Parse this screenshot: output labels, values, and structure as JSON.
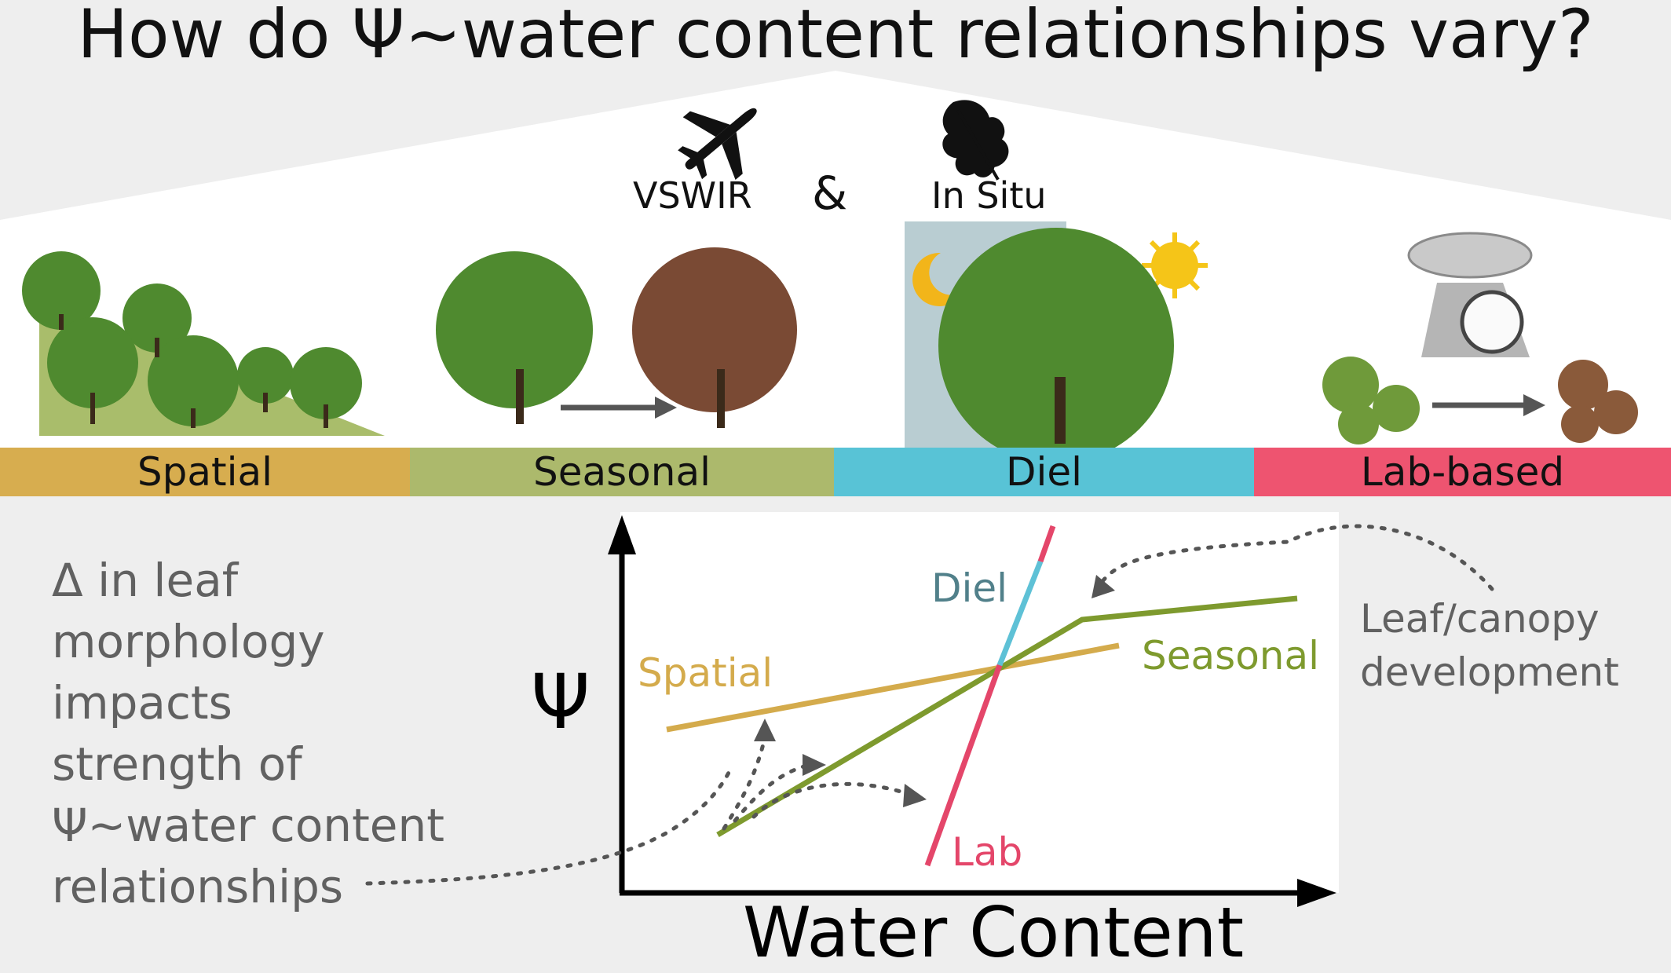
{
  "title": "How do Ψ~water content relationships vary?",
  "sources": {
    "remote_label": "VSWIR",
    "connector": "&",
    "field_label": "In Situ",
    "remote_icon": "airplane-icon",
    "field_icon": "leaf-icon"
  },
  "scales": [
    {
      "label": "Spatial",
      "color": "#d7ad4f"
    },
    {
      "label": "Seasonal",
      "color": "#acb96c"
    },
    {
      "label": "Diel",
      "color": "#58c3d6"
    },
    {
      "label": "Lab-based",
      "color": "#ee5470"
    }
  ],
  "morphology_note": [
    "Δ in leaf",
    "morphology",
    "impacts",
    "strength of",
    "Ψ~water content",
    "relationships"
  ],
  "development_note": [
    "Leaf/canopy",
    "development"
  ],
  "diagram": {
    "y_label": "Ψ",
    "x_label": "Water Content",
    "lines": [
      {
        "name": "Spatial",
        "color": "#d4ab4c"
      },
      {
        "name": "Seasonal",
        "color": "#7e9a2e"
      },
      {
        "name": "Diel",
        "color": "#5ec1d6"
      },
      {
        "name": "Lab",
        "color": "#e4466a"
      }
    ]
  }
}
